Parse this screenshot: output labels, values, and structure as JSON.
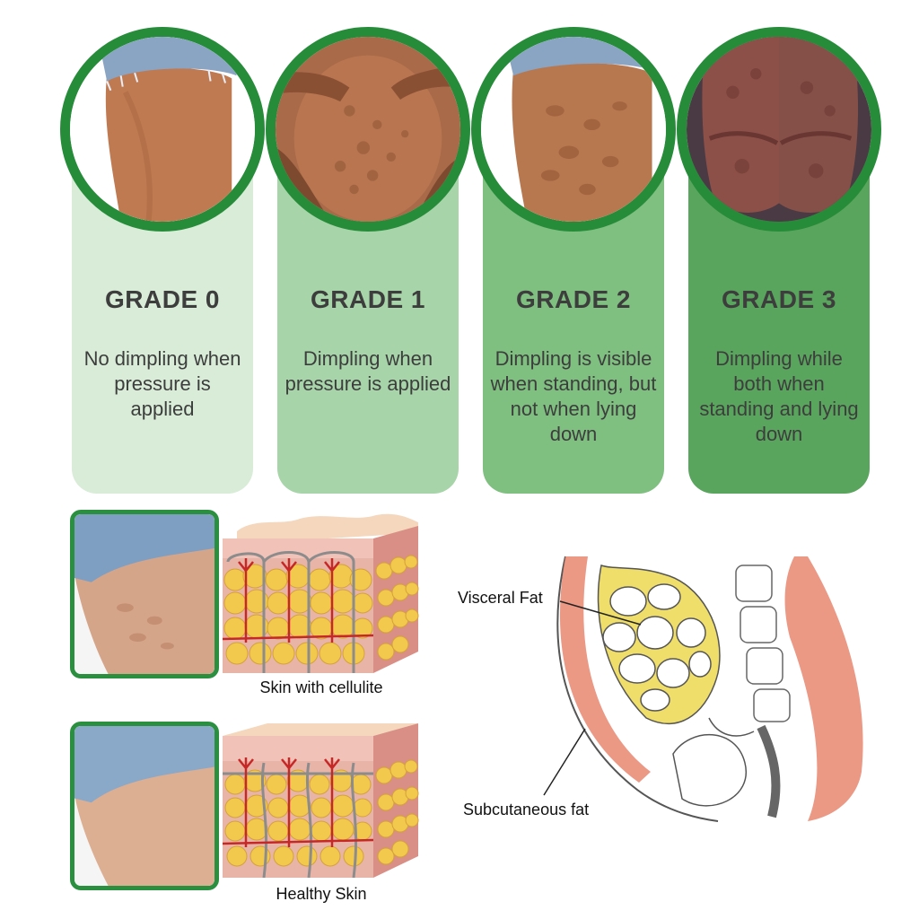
{
  "grades": [
    {
      "title": "GRADE 0",
      "desc": "No dimpling when pressure is applied"
    },
    {
      "title": "GRADE 1",
      "desc": "Dimpling when pressure is applied"
    },
    {
      "title": "GRADE 2",
      "desc": "Dimpling is visible when standing, but not when lying down"
    },
    {
      "title": "GRADE 3",
      "desc": "Dimpling while both when standing and lying down"
    }
  ],
  "skin": {
    "cellulite_caption": "Skin with cellulite",
    "healthy_caption": "Healthy Skin"
  },
  "anatomy": {
    "visceral_label": "Visceral Fat",
    "subcutaneous_label": "Subcutaneous fat"
  },
  "colors": {
    "ring": "#268c3a",
    "card_0": "#d8ecd8",
    "card_1": "#a8d4a9",
    "card_2": "#7fbf80",
    "card_3": "#5aa55d"
  }
}
